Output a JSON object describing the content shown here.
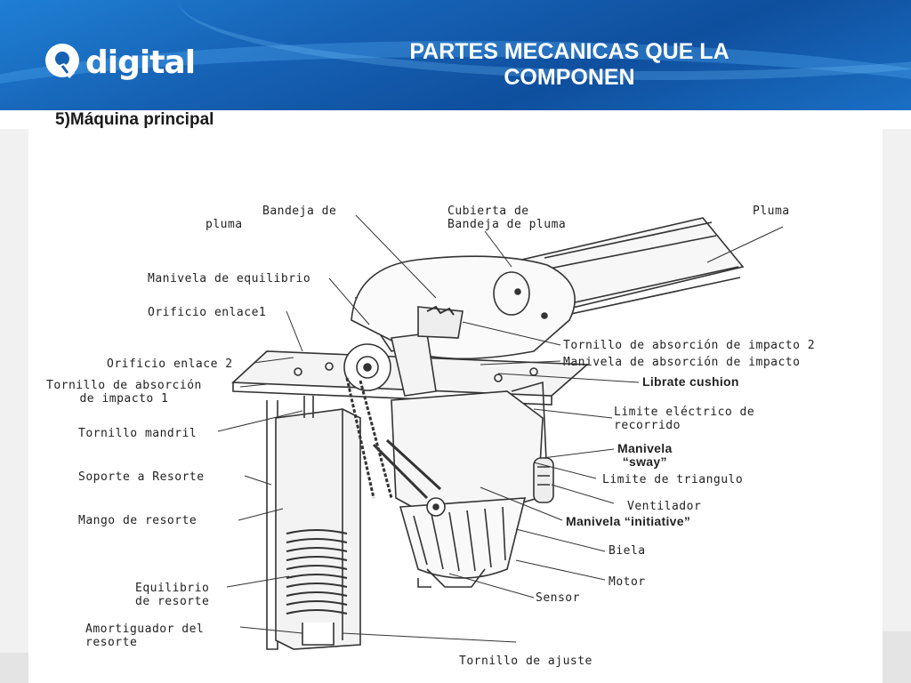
{
  "header": {
    "logo_text": "digital",
    "title_line1": "PARTES MECANICAS QUE LA",
    "title_line2": "COMPONEN"
  },
  "section_heading": "5)Máquina principal",
  "labels": {
    "bandeja_l1": "Bandeja de",
    "bandeja_l2": "pluma",
    "cubierta_l1": "Cubierta de",
    "cubierta_l2": "Bandeja de pluma",
    "pluma": "Pluma",
    "manivela_equilibrio": "Manivela de equilibrio",
    "orificio1": "Orificio  enlace1",
    "orificio2": "Orificio enlace 2",
    "tornillo_abs1_l1": "Tornillo de absorción",
    "tornillo_abs1_l2": "de impacto 1",
    "tornillo_mandril": "Tornillo mandril",
    "soporte_resorte": "Soporte a Resorte",
    "mango_resorte": "Mango de resorte",
    "equilibrio_l1": "Equilibrio",
    "equilibrio_l2": "de resorte",
    "amortiguador_l1": "Amortiguador del",
    "amortiguador_l2": "resorte",
    "tornillo_ajuste": "Tornillo de ajuste",
    "tornillo_abs2": "Tornillo de absorción de impacto 2",
    "manivela_abs": "Manivela de absorción de impacto",
    "librate": "Librate cushion",
    "limite_elec_l1": "Limite eléctrico de",
    "limite_elec_l2": "recorrido",
    "manivela_sway_l1": "Manivela",
    "manivela_sway_l2": "“sway”",
    "limite_triangulo": "Limite de triangulo",
    "ventilador": "Ventilador",
    "manivela_initiative": "Manivela “initiative”",
    "biela": "Biela",
    "motor": "Motor",
    "sensor": "Sensor"
  },
  "colors": {
    "header_blue": "#1661b4",
    "line": "#333333"
  }
}
